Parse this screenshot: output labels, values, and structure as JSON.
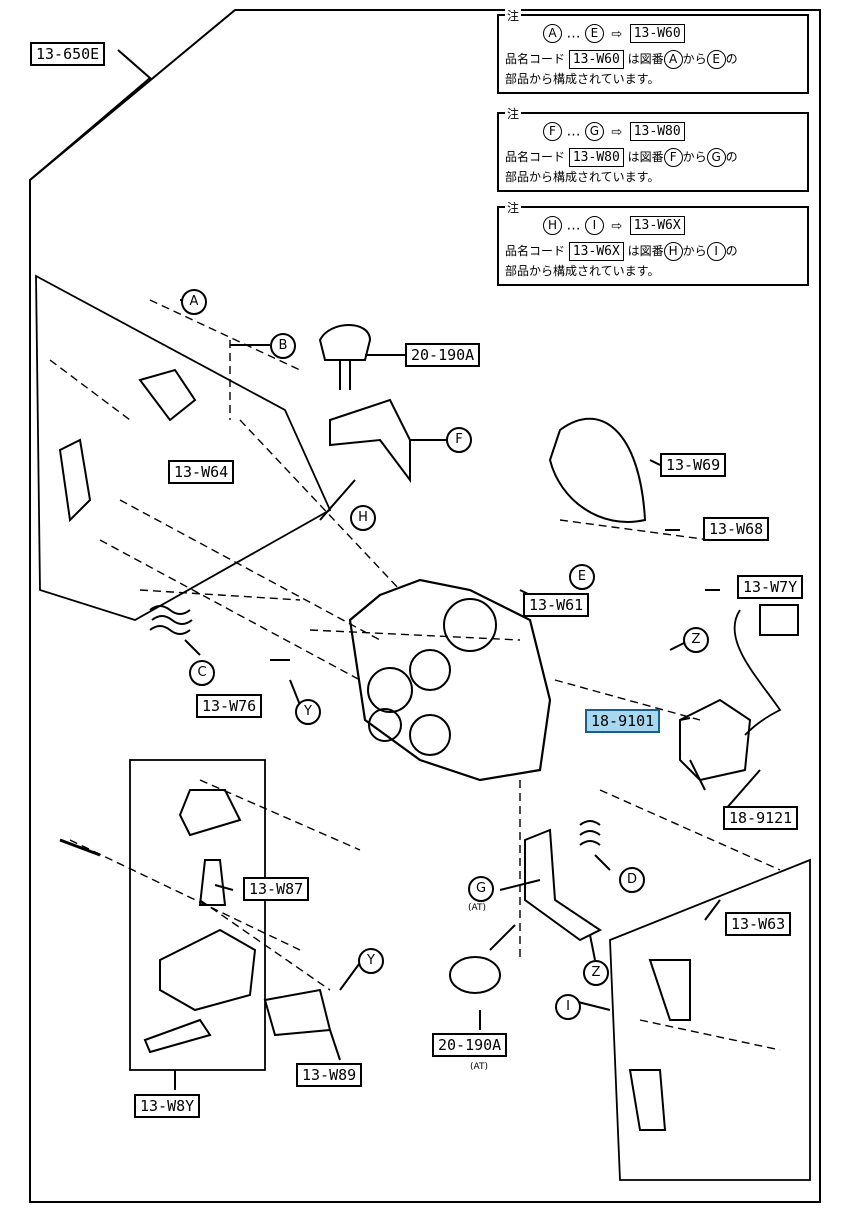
{
  "diagram": {
    "page_ref": "13-650E",
    "notes": [
      {
        "tag": "注",
        "from": "A",
        "dots": "…",
        "to": "E",
        "arrow": "⇨",
        "code": "13-W60",
        "text_pre": "品名コード",
        "text_mid": "は図番",
        "text_from": "から",
        "text_post": "の",
        "line3": "部品から構成されています。"
      },
      {
        "tag": "注",
        "from": "F",
        "dots": "…",
        "to": "G",
        "arrow": "⇨",
        "code": "13-W80",
        "text_pre": "品名コード",
        "text_mid": "は図番",
        "text_from": "から",
        "text_post": "の",
        "line3": "部品から構成されています。"
      },
      {
        "tag": "注",
        "from": "H",
        "dots": "…",
        "to": "I",
        "arrow": "⇨",
        "code": "13-W6X",
        "text_pre": "品名コード",
        "text_mid": "は図番",
        "text_from": "から",
        "text_post": "の",
        "line3": "部品から構成されています。"
      }
    ],
    "part_labels": {
      "p20_190A_top": "20-190A",
      "w64": "13-W64",
      "w69": "13-W69",
      "w68": "13-W68",
      "w7y": "13-W7Y",
      "w61": "13-W61",
      "w76": "13-W76",
      "n18_9101": "18-9101",
      "n18_9121": "18-9121",
      "w87": "13-W87",
      "w63": "13-W63",
      "p20_190A_bottom": "20-190A",
      "w89": "13-W89",
      "w8y": "13-W8Y"
    },
    "at_label": "(AT)",
    "ref_letters": {
      "A": "A",
      "B": "B",
      "C": "C",
      "D": "D",
      "E": "E",
      "F": "F",
      "G": "G",
      "H": "H",
      "I": "I",
      "Y1": "Y",
      "Y2": "Y",
      "Z1": "Z",
      "Z2": "Z"
    },
    "colors": {
      "highlight_fill": "#a8d8f0",
      "highlight_border": "#1a5e8a",
      "ink": "#000000"
    }
  }
}
